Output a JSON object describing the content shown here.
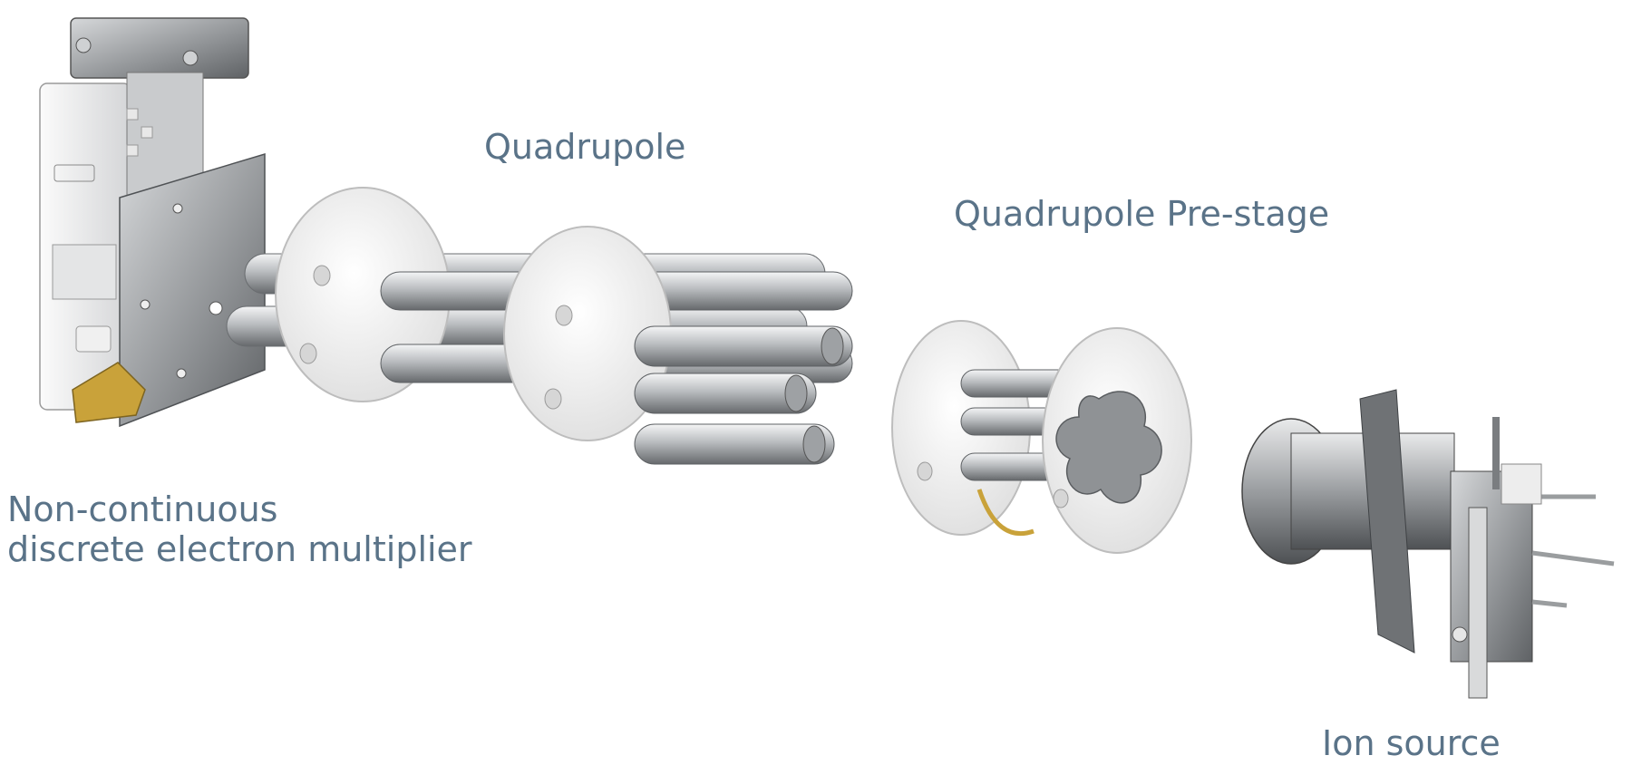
{
  "labels": {
    "quadrupole": "Quadrupole",
    "pre_stage": "Quadrupole Pre-stage",
    "multiplier_line1": "Non-continuous",
    "multiplier_line2": "discrete electron multiplier",
    "ion_source": "Ion source"
  },
  "colors": {
    "label_text": "#5a7388",
    "background": "#ffffff",
    "ceramic": "#f2f2f2",
    "steel_light": "#e2e3e5",
    "steel_dark": "#6e7174",
    "gold": "#c9a23a"
  }
}
